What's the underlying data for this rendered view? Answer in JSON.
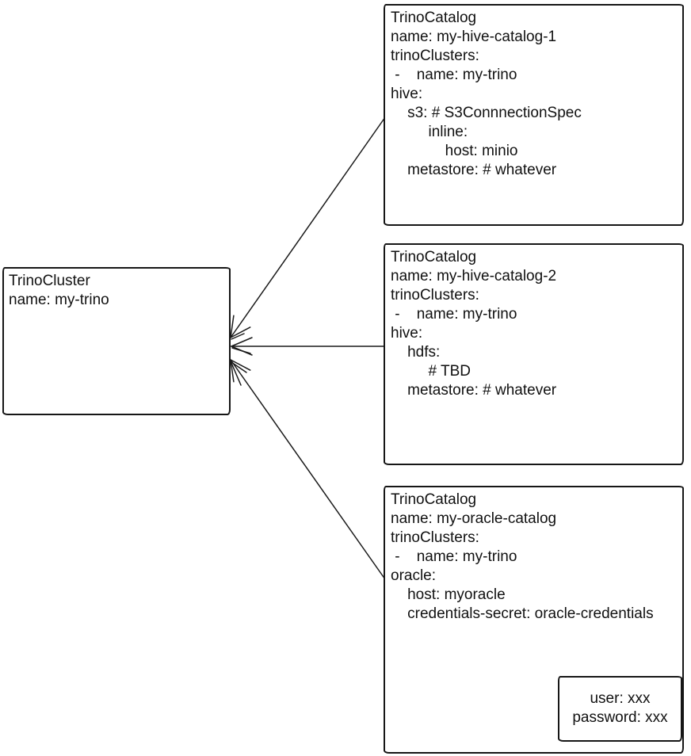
{
  "colors": {
    "stroke": "#1a1a1a",
    "border": "#161616",
    "background": "#ffffff"
  },
  "cluster_box": {
    "lines": [
      "TrinoCluster",
      "name: my-trino"
    ]
  },
  "catalog_boxes": [
    {
      "lines": [
        "TrinoCatalog",
        "name: my-hive-catalog-1",
        "trinoClusters:",
        " -    name: my-trino",
        "hive:",
        "    s3: # S3ConnnectionSpec",
        "         inline:",
        "             host: minio",
        "    metastore: # whatever"
      ]
    },
    {
      "lines": [
        "TrinoCatalog",
        "name: my-hive-catalog-2",
        "trinoClusters:",
        " -    name: my-trino",
        "hive:",
        "    hdfs:",
        "         # TBD",
        "    metastore: # whatever"
      ]
    },
    {
      "lines": [
        "TrinoCatalog",
        "name: my-oracle-catalog",
        "trinoClusters:",
        " -    name: my-trino",
        "oracle:",
        "    host: myoracle",
        "    credentials-secret: oracle-credentials"
      ]
    }
  ],
  "credentials_box": {
    "lines": [
      "user: xxx",
      "password: xxx"
    ]
  }
}
